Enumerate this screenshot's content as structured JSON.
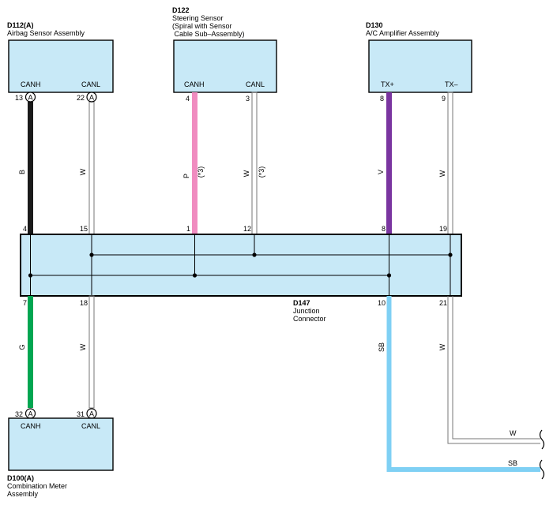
{
  "components": {
    "airbag": {
      "code": "D112(A)",
      "name_lines": [
        "Airbag Sensor Assembly"
      ],
      "pins": {
        "canh": "CANH",
        "canl": "CANL"
      },
      "pin_numbers": {
        "canh": "13",
        "canl": "22"
      },
      "connector_mark": "A"
    },
    "steering": {
      "code": "D122",
      "name_lines": [
        "Steering Sensor",
        "(Spiral with Sensor",
        " Cable Sub–Assembly)"
      ],
      "pins": {
        "canh": "CANH",
        "canl": "CANL"
      },
      "pin_numbers": {
        "canh": "4",
        "canl": "3"
      }
    },
    "ac_amp": {
      "code": "D130",
      "name_lines": [
        "A/C Amplifier Assembly"
      ],
      "pins": {
        "tx_plus": "TX+",
        "tx_minus": "TX–"
      },
      "pin_numbers": {
        "tx_plus": "8",
        "tx_minus": "9"
      }
    },
    "meter": {
      "code": "D100(A)",
      "name_lines": [
        "Combination Meter",
        "Assembly"
      ],
      "pins": {
        "canh": "CANH",
        "canl": "CANL"
      },
      "pin_numbers": {
        "canh": "32",
        "canl": "31"
      },
      "connector_mark": "A"
    },
    "junction": {
      "code": "D147",
      "name_lines": [
        "Junction",
        "Connector"
      ],
      "top_pins": [
        "4",
        "15",
        "1",
        "12",
        "8",
        "19"
      ],
      "bottom_pins": [
        "7",
        "18",
        "10",
        "21"
      ]
    }
  },
  "wires": {
    "airbag_canh": {
      "color_code": "B",
      "color": "#1a1a1a"
    },
    "airbag_canl": {
      "color_code": "W",
      "color": "#ffffff"
    },
    "steering_canh": {
      "color_code": "P",
      "note": "(*3)",
      "color": "#f08cc0"
    },
    "steering_canl": {
      "color_code": "W",
      "note": "(*3)",
      "color": "#ffffff"
    },
    "ac_tx_plus": {
      "color_code": "V",
      "color": "#7a35a0"
    },
    "ac_tx_minus": {
      "color_code": "W",
      "color": "#ffffff"
    },
    "meter_canh": {
      "color_code": "G",
      "color": "#00a651"
    },
    "meter_canl": {
      "color_code": "W",
      "color": "#ffffff"
    },
    "out_sb": {
      "color_code": "SB",
      "color": "#7fd0f4"
    },
    "out_w": {
      "color_code": "W",
      "color": "#ffffff"
    },
    "out_label_w": "W",
    "out_label_sb": "SB"
  }
}
